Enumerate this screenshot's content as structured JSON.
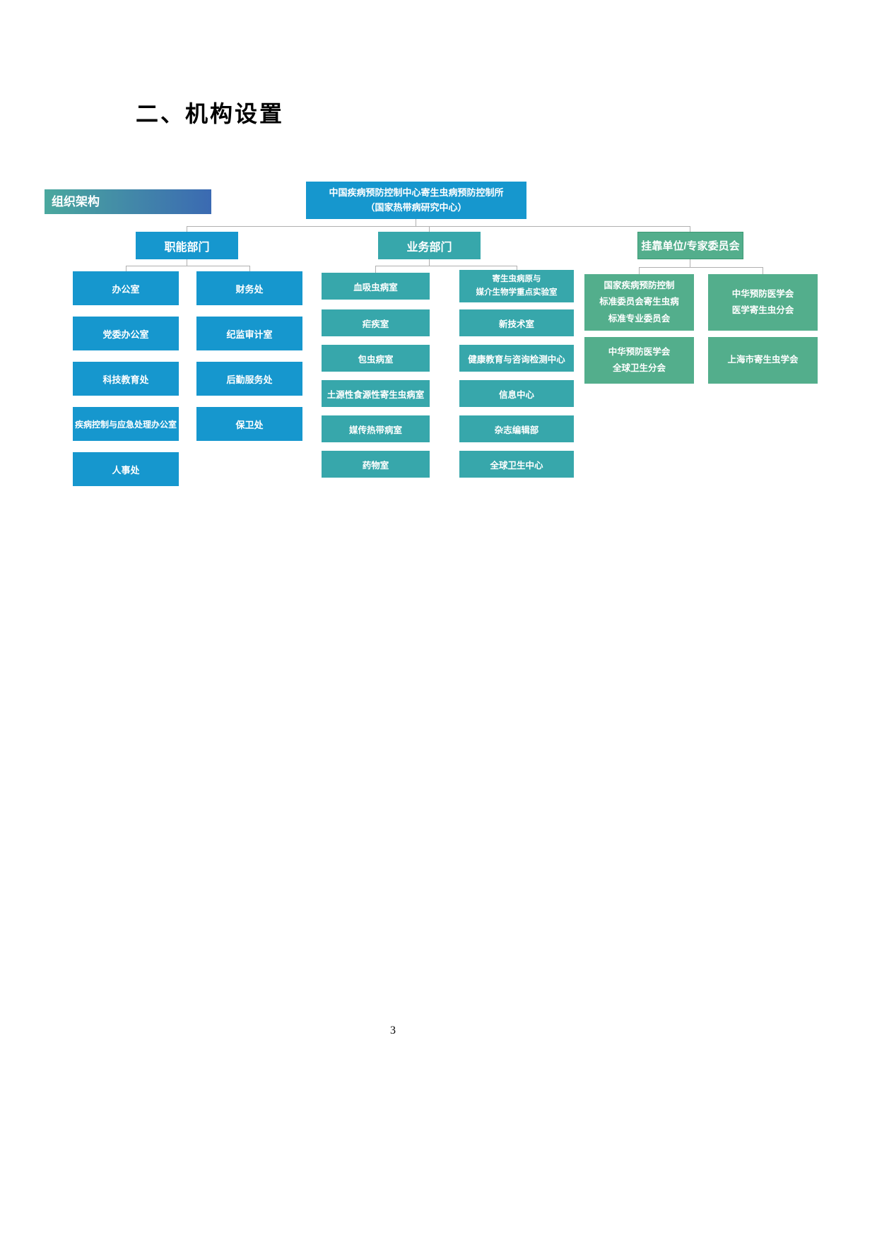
{
  "page": {
    "section_title": "二、机构设置",
    "page_number": "3"
  },
  "chart": {
    "badge_label": "组织架构",
    "root": {
      "line1": "中国疾病预防控制中心寄生虫病预防控制所",
      "line2": "（国家热带病研究中心）"
    },
    "functional": {
      "header": "职能部门",
      "items": [
        "办公室",
        "财务处",
        "党委办公室",
        "纪监审计室",
        "科技教育处",
        "后勤服务处",
        "疾病控制与应急处理办公室",
        "保卫处",
        "人事处"
      ]
    },
    "business": {
      "header": "业务部门",
      "col1": [
        "血吸虫病室",
        "疟疾室",
        "包虫病室",
        "土源性食源性寄生虫病室",
        "媒传热带病室",
        "药物室"
      ],
      "lab_box": {
        "line1": "寄生虫病原与",
        "line2": "媒介生物学重点实验室"
      },
      "col2": [
        "新技术室",
        "健康教育与咨询检测中心",
        "信息中心",
        "杂志编辑部",
        "全球卫生中心"
      ]
    },
    "affiliated": {
      "header": "挂靠单位/专家委员会",
      "box1": {
        "line1": "国家疾病预防控制",
        "line2": "标准委员会寄生虫病",
        "line3": "标准专业委员会"
      },
      "box2": {
        "line1": "中华预防医学会",
        "line2": "医学寄生虫分会"
      },
      "box3": {
        "line1": "中华预防医学会",
        "line2": "全球卫生分会"
      },
      "box4": "上海市寄生虫学会"
    },
    "colors": {
      "functional_blue": "#1697ce",
      "business_teal": "#37a7ab",
      "affiliated_green": "#53ae8c",
      "badge_gradient_start": "#4aa89e",
      "badge_gradient_end": "#3b6ab2",
      "connector_gray": "#b0b0b0",
      "box_text": "#ffffff"
    }
  }
}
